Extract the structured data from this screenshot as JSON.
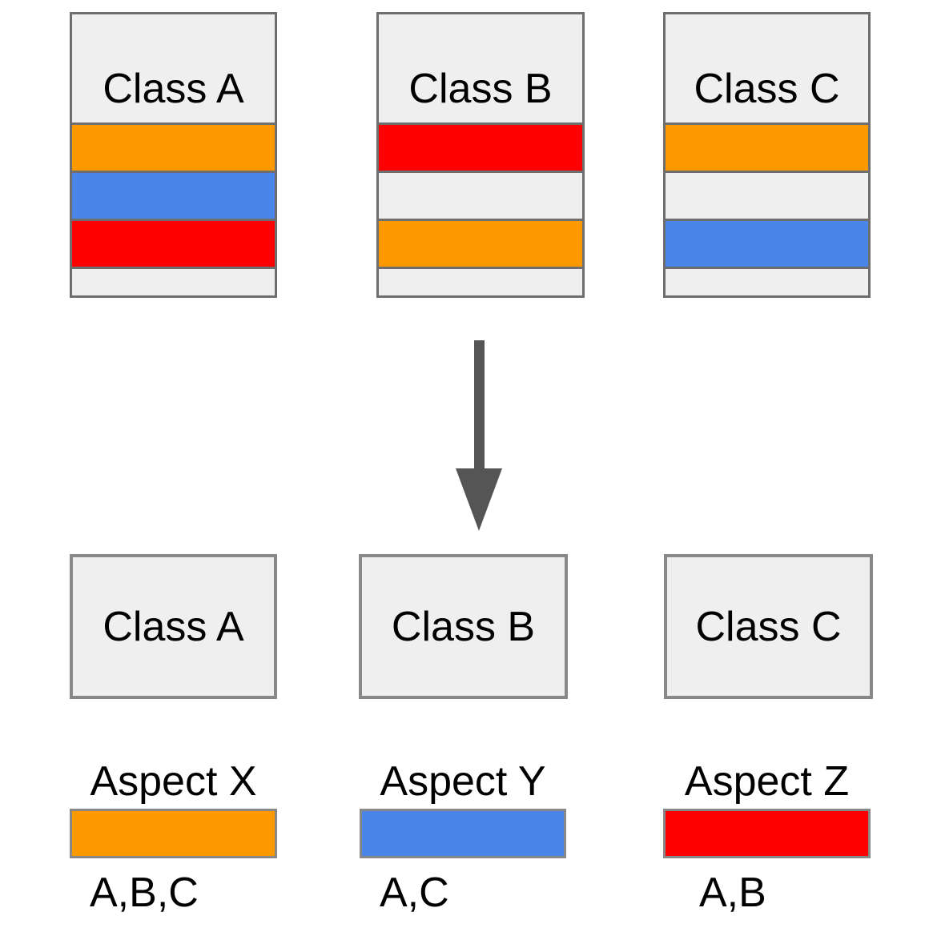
{
  "palette": {
    "orange": "#ff9900",
    "blue": "#4a86e8",
    "red": "#ff0000",
    "box_fill": "#efefef",
    "box_border": "#6e6e6e",
    "arrow": "#555555",
    "text": "#000000"
  },
  "top_row": [
    {
      "label": "Class A",
      "stripes": [
        {
          "name": "orange-stripe",
          "color": "#ff9900"
        },
        {
          "name": "blue-stripe",
          "color": "#4a86e8"
        },
        {
          "name": "red-stripe",
          "color": "#ff0000"
        },
        {
          "name": "empty-stripe",
          "color": "transparent"
        }
      ]
    },
    {
      "label": "Class B",
      "stripes": [
        {
          "name": "red-stripe",
          "color": "#ff0000"
        },
        {
          "name": "empty-stripe",
          "color": "transparent"
        },
        {
          "name": "orange-stripe",
          "color": "#ff9900"
        },
        {
          "name": "empty-stripe",
          "color": "transparent"
        }
      ]
    },
    {
      "label": "Class C",
      "stripes": [
        {
          "name": "orange-stripe",
          "color": "#ff9900"
        },
        {
          "name": "empty-stripe",
          "color": "transparent"
        },
        {
          "name": "blue-stripe",
          "color": "#4a86e8"
        },
        {
          "name": "empty-stripe",
          "color": "transparent"
        }
      ]
    }
  ],
  "arrow": {
    "direction": "down",
    "color": "#555555"
  },
  "bottom_row": [
    {
      "label": "Class A"
    },
    {
      "label": "Class B"
    },
    {
      "label": "Class C"
    }
  ],
  "aspects": [
    {
      "label": "Aspect X",
      "color": "#ff9900",
      "classes": "A,B,C"
    },
    {
      "label": "Aspect Y",
      "color": "#4a86e8",
      "classes": "A,C"
    },
    {
      "label": "Aspect Z",
      "color": "#ff0000",
      "classes": "A,B"
    }
  ]
}
